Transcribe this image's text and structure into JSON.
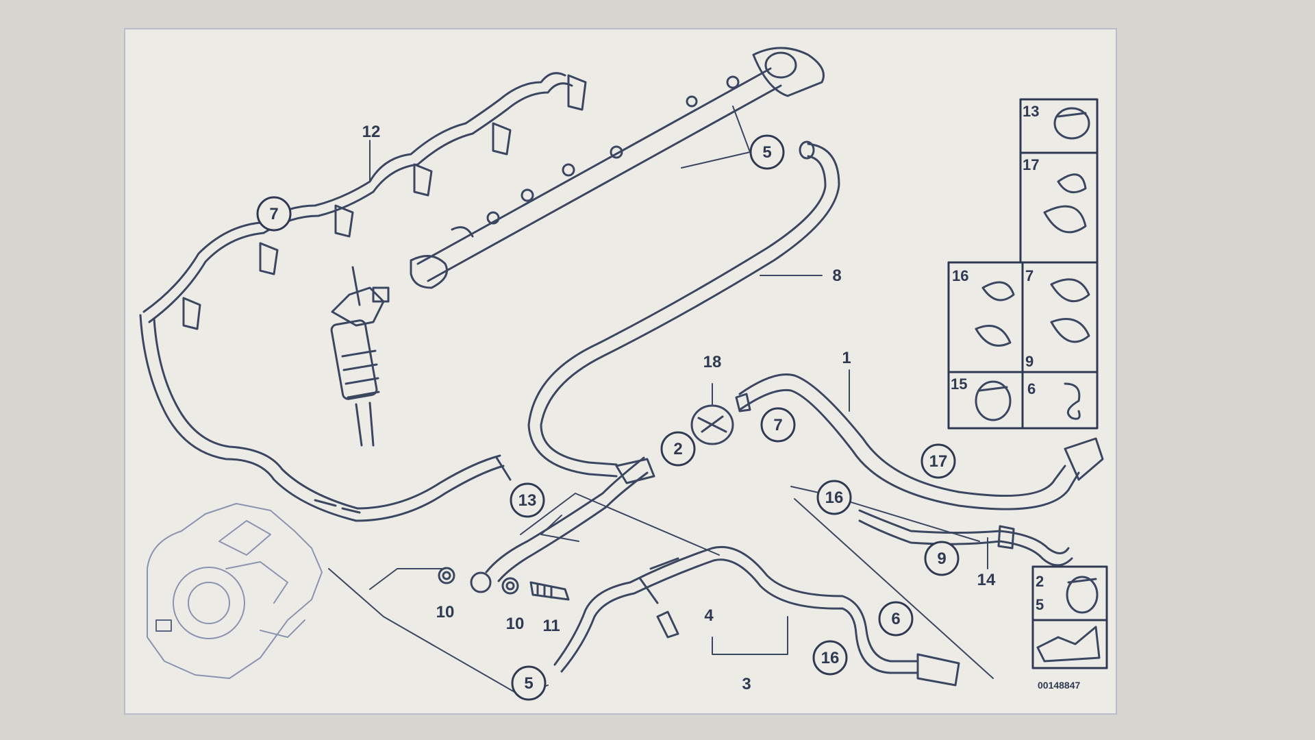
{
  "diagram": {
    "doc_number": "00148847",
    "callouts": [
      {
        "id": "c12",
        "text": "12",
        "circled": false
      },
      {
        "id": "c7a",
        "text": "7",
        "circled": true
      },
      {
        "id": "c5a",
        "text": "5",
        "circled": true
      },
      {
        "id": "c8",
        "text": "8",
        "circled": false
      },
      {
        "id": "c18a",
        "text": "18",
        "circled": false
      },
      {
        "id": "c1",
        "text": "1",
        "circled": false
      },
      {
        "id": "c7b",
        "text": "7",
        "circled": true
      },
      {
        "id": "c2",
        "text": "2",
        "circled": true
      },
      {
        "id": "c17",
        "text": "17",
        "circled": true
      },
      {
        "id": "c13",
        "text": "13",
        "circled": true
      },
      {
        "id": "c16a",
        "text": "16",
        "circled": true
      },
      {
        "id": "c9",
        "text": "9",
        "circled": true
      },
      {
        "id": "c14",
        "text": "14",
        "circled": false
      },
      {
        "id": "c10a",
        "text": "10",
        "circled": false
      },
      {
        "id": "c10b",
        "text": "10",
        "circled": false
      },
      {
        "id": "c11",
        "text": "11",
        "circled": false
      },
      {
        "id": "c4",
        "text": "4",
        "circled": false
      },
      {
        "id": "c6",
        "text": "6",
        "circled": true
      },
      {
        "id": "c16b",
        "text": "16",
        "circled": true
      },
      {
        "id": "c3",
        "text": "3",
        "circled": false
      },
      {
        "id": "c5b",
        "text": "5",
        "circled": true
      }
    ],
    "legend": [
      {
        "id": "l13",
        "labels": [
          "13"
        ]
      },
      {
        "id": "l17",
        "labels": [
          "17"
        ]
      },
      {
        "id": "l16",
        "labels": [
          "16"
        ]
      },
      {
        "id": "l7",
        "labels": [
          "7",
          "9"
        ]
      },
      {
        "id": "l15",
        "labels": [
          "15"
        ]
      },
      {
        "id": "l6",
        "labels": [
          "6"
        ]
      },
      {
        "id": "l2",
        "labels": [
          "2",
          "5"
        ]
      }
    ]
  }
}
